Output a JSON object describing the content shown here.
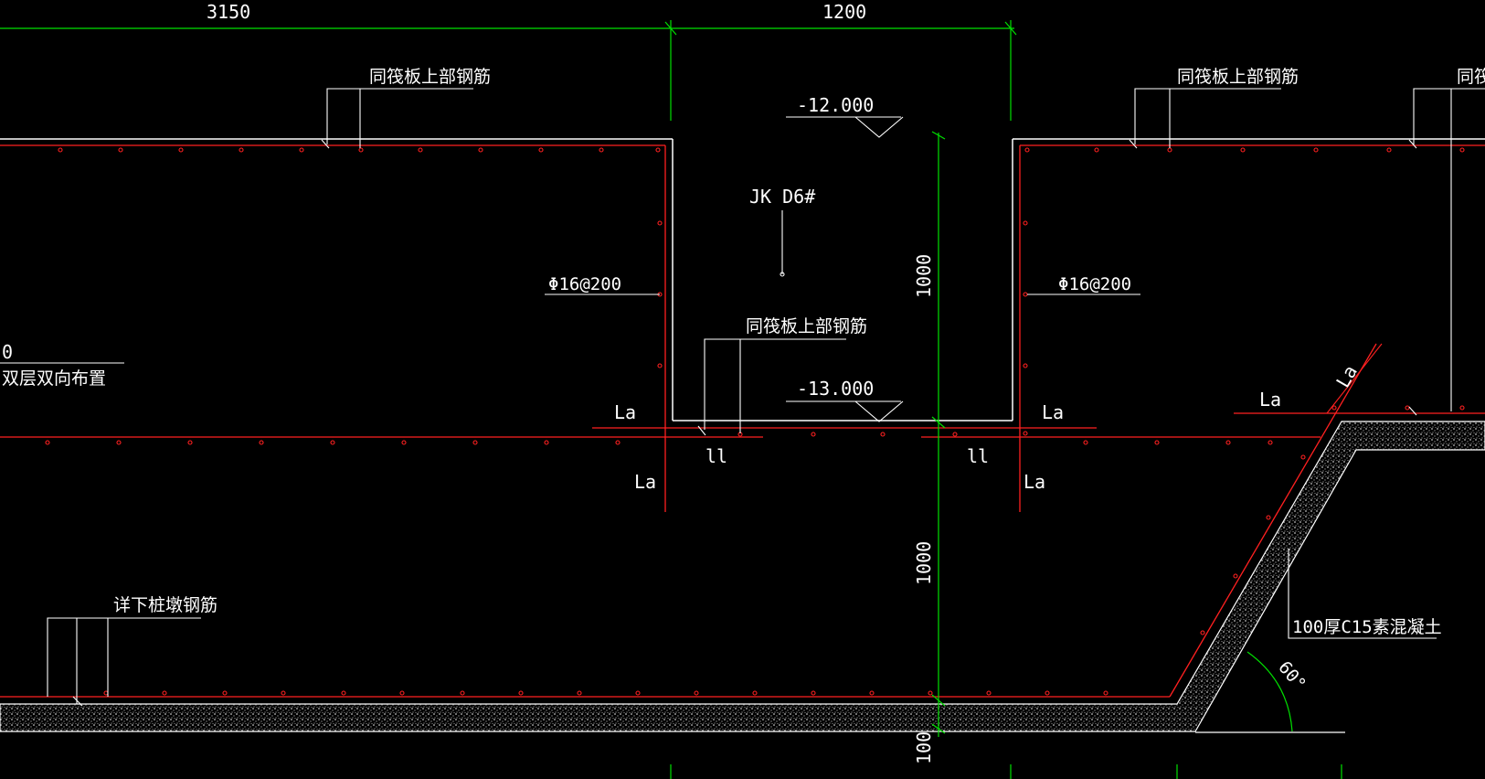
{
  "colors": {
    "background": "#000000",
    "outline": "#ffffff",
    "rebar": "#ff2020",
    "dimension": "#00e000",
    "concrete_hatch": "#9a9a9a"
  },
  "dimensions": {
    "top_left": "3150",
    "top_mid": "1200",
    "vert_upper": "1000",
    "vert_lower": "1000",
    "vert_bottom": "100"
  },
  "elevations": {
    "top": "-12.000",
    "pit_bottom": "-13.000"
  },
  "labels": {
    "raft_top_rebar_left": "同筏板上部钢筋",
    "raft_top_rebar_right": "同筏板上部钢筋",
    "raft_top_rebar_edge": "同筏",
    "raft_top_rebar_pit": "同筏板上部钢筋",
    "pit_id": "JK D6#",
    "rebar_spec_left": "Φ16@200",
    "rebar_spec_right": "Φ16@200",
    "left_zero": "0",
    "double_layer": "双层双向布置",
    "pile_cap_rebar": "详下桩墩钢筋",
    "plain_concrete": "100厚C15素混凝土",
    "angle": "60°"
  },
  "anchor_marks": {
    "la_1": "La",
    "la_2": "La",
    "la_3": "La",
    "la_4": "La",
    "la_5": "La",
    "la_6": "La",
    "ll_1": "ll",
    "ll_2": "ll"
  }
}
